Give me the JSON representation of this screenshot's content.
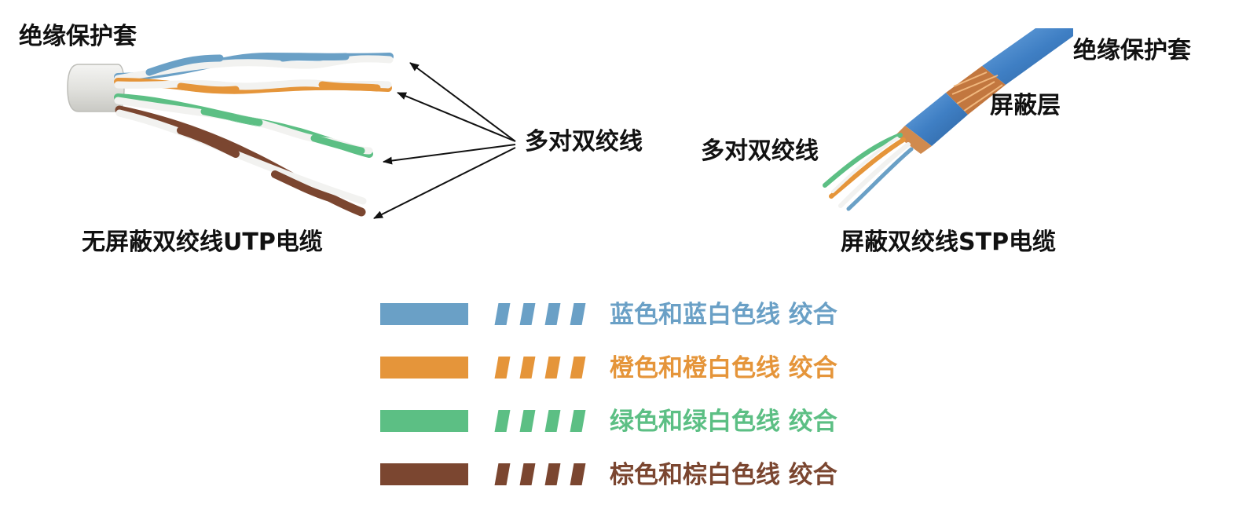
{
  "utp": {
    "jacket_label": "绝缘保护套",
    "pairs_label": "多对双绞线",
    "caption": "无屏蔽双绞线UTP电缆"
  },
  "stp": {
    "jacket_label": "绝缘保护套",
    "shield_label": "屏蔽层",
    "pairs_label": "多对双绞线",
    "caption": "屏蔽双绞线STP电缆"
  },
  "legend": [
    {
      "text": "蓝色和蓝白色线 绞合",
      "color": "#6aa0c6"
    },
    {
      "text": "橙色和橙白色线 绞合",
      "color": "#e5953a"
    },
    {
      "text": "绿色和绿白色线 绞合",
      "color": "#5cbf84"
    },
    {
      "text": "棕色和棕白色线 绞合",
      "color": "#7b4630"
    }
  ],
  "colors": {
    "blue": "#6aa0c6",
    "orange": "#e5953a",
    "green": "#5cbf84",
    "brown": "#7b4630",
    "jacket_white": "#e6e6e3",
    "stp_jacket_blue": "#3f7fc4",
    "copper": "#c2773f"
  }
}
